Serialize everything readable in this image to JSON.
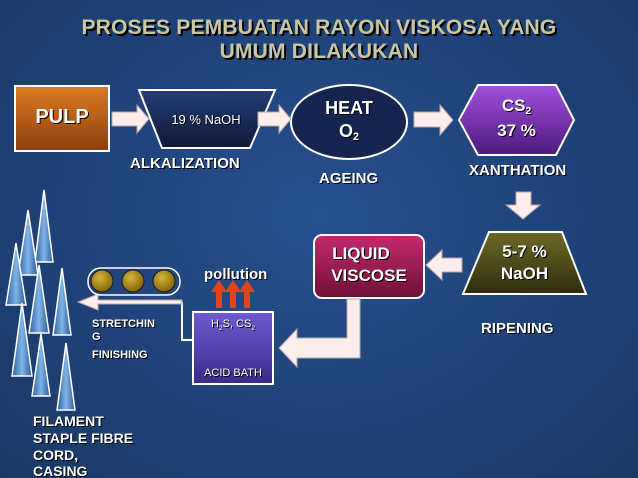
{
  "title": {
    "line1": "PROSES PEMBUATAN RAYON VISKOSA YANG",
    "line2": "UMUM DILAKUKAN"
  },
  "nodes": {
    "pulp": "PULP",
    "alkalization_box": "19 % NaOH",
    "heat": "HEAT",
    "oxygen": "O",
    "oxygen_sub": "2",
    "cs": "CS",
    "cs_sub": "2",
    "cs_pct": "37 %",
    "ripening_box_top": "5-7 %",
    "ripening_box_bottom": "NaOH",
    "liquid": "LIQUID",
    "viscose": "VISCOSE",
    "acid_h": "H",
    "acid_h_sub": "2",
    "acid_s": "S, CS",
    "acid_s_sub": "2",
    "acid_bath": "ACID BATH"
  },
  "labels": {
    "alkalization": "ALKALIZATION",
    "ageing": "AGEING",
    "xanthation": "XANTHATION",
    "ripening": "RIPENING",
    "pollution": "pollution",
    "stretching_1": "STRETCHIN",
    "stretching_2": "G",
    "finishing": "FINISHING"
  },
  "products": [
    "FILAMENT",
    "STAPLE FIBRE",
    "CORD,",
    "CASING"
  ],
  "colors": {
    "title_text": "#c9c6a2",
    "pulp_fill": "#c8661a",
    "alkalization_fill": "#1b2f60",
    "heat_fill": "#16254f",
    "cs_fill": "#7a2fb0",
    "ripening_fill": "#53511e",
    "liquid_viscose_fill": "#a41d5a",
    "acid_bath_fill": "#5a47b4",
    "arrow_fill": "#fdeeee",
    "pollution_arrow": "#e2431c",
    "roller_fill": "#a98714"
  }
}
